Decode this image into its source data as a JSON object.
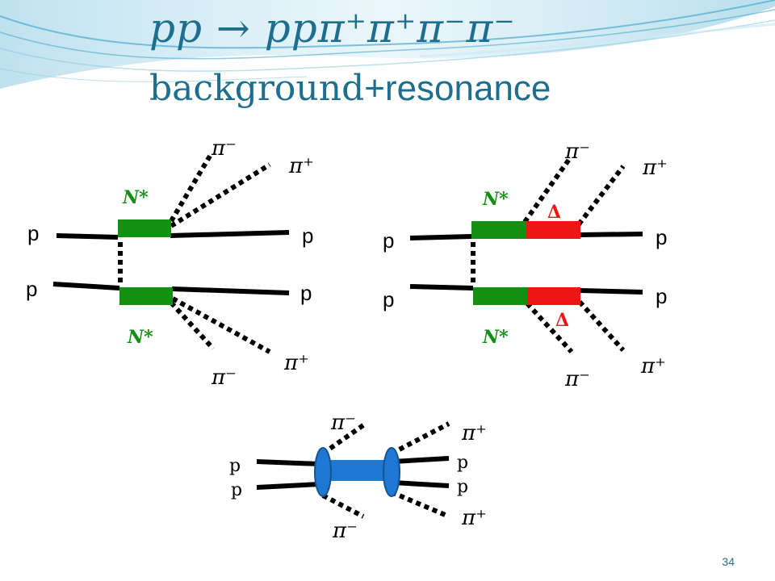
{
  "title": {
    "line1": "𝑝𝑝 → 𝑝𝑝𝜋⁺𝜋⁺𝜋⁻𝜋⁻",
    "line2a": "background",
    "line2b": "+resonance"
  },
  "labels": {
    "p": "p",
    "pi_minus": "𝜋⁻",
    "pi_plus": "𝜋⁺",
    "n_star": "𝑵*",
    "delta": "Δ"
  },
  "colors": {
    "title": "#1e6f8f",
    "nstar_bar": "#129012",
    "delta_bar": "#f01515",
    "blob": "#1f78d4",
    "lines": "#000000",
    "wave": "#9fd6ea"
  },
  "page_number": "34"
}
